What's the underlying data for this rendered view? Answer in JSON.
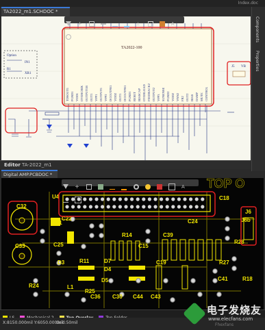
{
  "top_right_text": "Index.doc",
  "schematic": {
    "tab_label": "TA2022_m1.SCHDOC *",
    "ic_name": "TA2022-100",
    "ic_pins": [
      "TDSOUT1",
      "PGND1",
      "VDD1",
      "OVERCRIX",
      "OUTPUT1B",
      "OUT1",
      "VPP1",
      "OUTPUT1",
      "VPP2",
      "DCOUTFB1",
      "VDD2",
      "OUT1",
      "DCOUTFB1",
      "PGND1",
      "RESET",
      "BIASCAP",
      "OVERLOAD",
      "FEEDBACK2",
      "OUTPUT2",
      "VPP3",
      "SUNENSE",
      "PGND2",
      "VDD2",
      "VNN2",
      "FB2",
      "OUT2",
      "BIAS",
      "DAMP",
      "MUTE",
      "CONTROL"
    ],
    "left_labels": [
      "Option",
      "IN1",
      "R1",
      "XR1"
    ],
    "j5": "J5",
    "vb": "VB"
  },
  "side_panel": {
    "items": [
      "Components",
      "Properties"
    ]
  },
  "editor_bar": {
    "label": "Editor",
    "doc": "TA-2022_m1"
  },
  "pcb": {
    "tab_label": "Digital AMP.PCBDOC *",
    "top_text": "TOP O",
    "refs": [
      "C32",
      "U4",
      "C22",
      "C21",
      "C18",
      "J6",
      "C33",
      "C25",
      "D3",
      "R11",
      "D7",
      "D4",
      "D5",
      "C36",
      "C30",
      "C44",
      "C43",
      "C24",
      "R27",
      "R18",
      "R28",
      "C15",
      "R25",
      "R24",
      "L1",
      "C41",
      "C39",
      "C19",
      "R14",
      "J6b"
    ]
  },
  "layers": [
    {
      "name": "LS",
      "color": "#f2e600"
    },
    {
      "name": "Mechanical 2",
      "color": "#ff4fd8"
    },
    {
      "name": "Top Overlay",
      "color": "#ffe34a"
    },
    {
      "name": "Top Solder",
      "color": "#8f3ad8"
    }
  ],
  "status": {
    "coords": "X:8150.000mil Y:6050.000mil",
    "grid": "Grid:50mil"
  },
  "watermark": {
    "text": "电子发烧友",
    "sub": "www.elecfans.com",
    "site": "Fhexfans"
  }
}
